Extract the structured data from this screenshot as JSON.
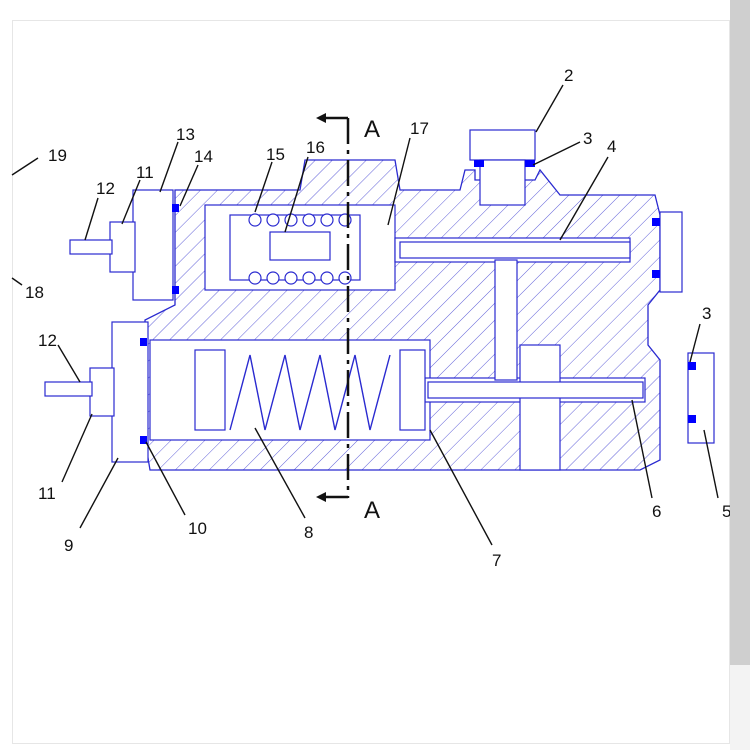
{
  "diagram": {
    "section_marker": "A",
    "callouts": {
      "c19": "19",
      "c18": "18",
      "c13": "13",
      "c11a": "11",
      "c14": "14",
      "c12a": "12",
      "c15": "15",
      "c16": "16",
      "c17": "17",
      "c2": "2",
      "c3a": "3",
      "c4": "4",
      "c3b": "3",
      "c12b": "12",
      "c11b": "11",
      "c9": "9",
      "c10": "10",
      "c8": "8",
      "c7": "7",
      "c6": "6",
      "c5": "5"
    },
    "colors": {
      "line": "#2a2ad0",
      "seal": "#0000ff",
      "leader": "#111111"
    }
  }
}
